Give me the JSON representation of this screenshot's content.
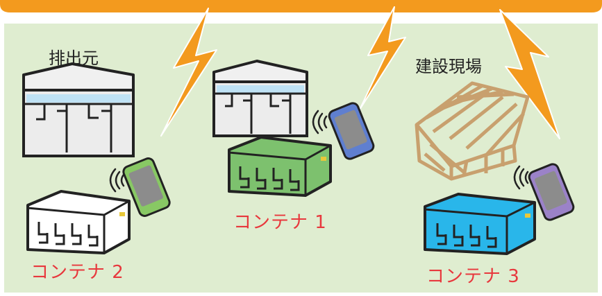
{
  "labels": {
    "source": "排出元",
    "site": "建設現場",
    "container1": "コンテナ 1",
    "container2": "コンテナ 2",
    "container3": "コンテナ 3"
  },
  "colors": {
    "background": "#dfedd0",
    "top_band": "#f39a1e",
    "lightning": "#f39a1e",
    "container_label": "#e8383d",
    "container1": "#7dc16e",
    "container2": "#ffffff",
    "container3": "#29b6ea",
    "building_wall": "#ececec",
    "building_window": "#bfe2f5",
    "frame": "#c8a06e"
  }
}
